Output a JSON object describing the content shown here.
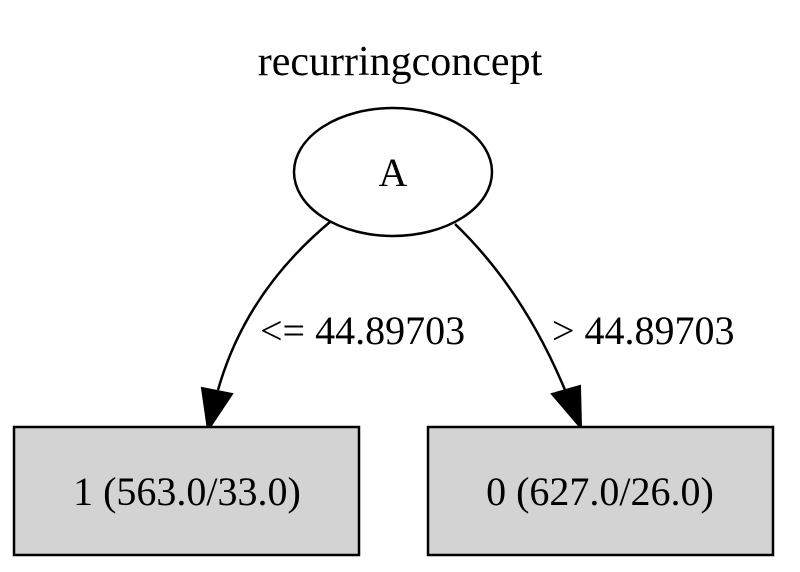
{
  "title": "recurringconcept",
  "root": {
    "label": "A"
  },
  "edges": [
    {
      "label": "<= 44.89703"
    },
    {
      "label": "> 44.89703"
    }
  ],
  "leaves": [
    {
      "label": "1 (563.0/33.0)"
    },
    {
      "label": "0 (627.0/26.0)"
    }
  ],
  "colors": {
    "leaf_fill": "#d3d3d3",
    "stroke": "#000000",
    "background": "#ffffff"
  }
}
